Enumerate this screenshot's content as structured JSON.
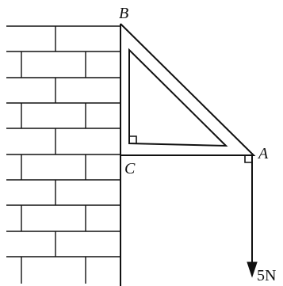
{
  "diagram": {
    "labels": {
      "b": "B",
      "c": "C",
      "a": "A"
    },
    "force": {
      "text": "5N"
    },
    "colors": {
      "ink": "#111111",
      "background": "#ffffff"
    }
  }
}
